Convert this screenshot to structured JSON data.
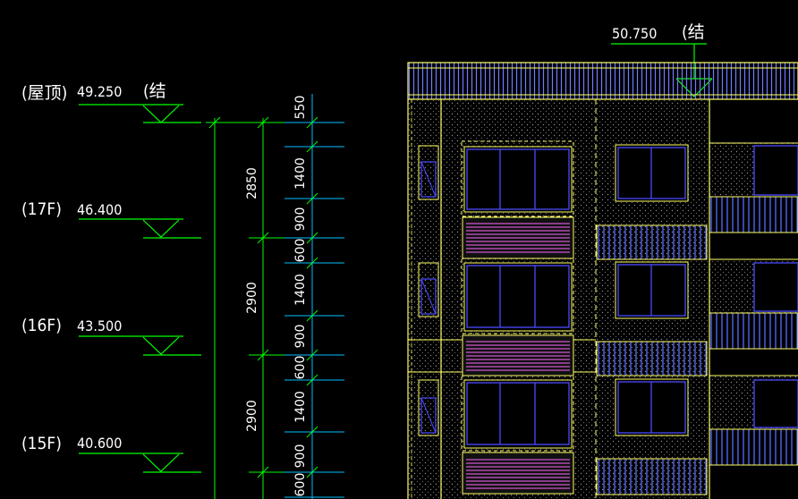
{
  "colors": {
    "background": "#000000",
    "text": "#ffffff",
    "level_line": "#00ff00",
    "dim_line_outer": "#00ff00",
    "dim_line_inner": "#00bfff",
    "wall": "#ffff66",
    "window": "#4a4aff",
    "railing": "#5a6cff",
    "panel_hatch": "#ff66ff",
    "roof": "#6f7cff"
  },
  "levels": [
    {
      "floor": "(屋顶)",
      "elevation": "49.250",
      "note": "(结"
    },
    {
      "floor": "(17F)",
      "elevation": "46.400",
      "note": ""
    },
    {
      "floor": "(16F)",
      "elevation": "43.500",
      "note": ""
    },
    {
      "floor": "(15F)",
      "elevation": "40.600",
      "note": ""
    }
  ],
  "top_level": {
    "elevation": "50.750",
    "note": "(结"
  },
  "dimensions": {
    "floor_heights": [
      "2850",
      "2900",
      "2900"
    ],
    "segments": [
      "550",
      "1400",
      "900",
      "600",
      "1400",
      "900",
      "600",
      "1400",
      "900",
      "600"
    ]
  }
}
